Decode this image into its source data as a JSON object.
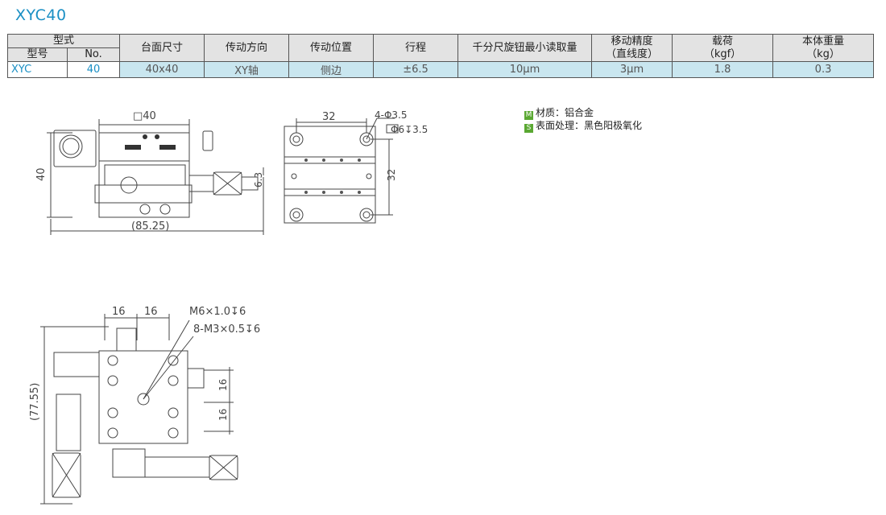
{
  "title": "XYC40",
  "table": {
    "group_header": "型式",
    "sub_headers": [
      "型号",
      "No."
    ],
    "headers": [
      "台面尺寸",
      "传动方向",
      "传动位置",
      "行程",
      "千分尺旋钮最小读取量",
      "移动精度\n（直线度）",
      "载荷\n（kgf）",
      "本体重量\n（kg）"
    ],
    "row": [
      "XYC",
      "40",
      "40x40",
      "XY轴",
      "侧边",
      "±6.5",
      "10μm",
      "3μm",
      "1.8",
      "0.3"
    ]
  },
  "notes": [
    {
      "badge": "M",
      "text": "材质：铝合金"
    },
    {
      "badge": "S",
      "text": "表面处理：黑色阳极氧化"
    }
  ],
  "dims": {
    "side_width": "□40",
    "side_height": "40",
    "side_overall": "(85.25)",
    "side_offset": "6.3",
    "bottom_width": "32",
    "bottom_height": "32",
    "bottom_hole": "4-Φ3.5",
    "bottom_cbore": "Φ6↧3.5",
    "top_16a": "16",
    "top_16b": "16",
    "top_m6": "M6×1.0↧6",
    "top_m3": "8-M3×0.5↧6",
    "top_overall": "(77.55)",
    "top_right_16a": "16",
    "top_right_16b": "16"
  }
}
